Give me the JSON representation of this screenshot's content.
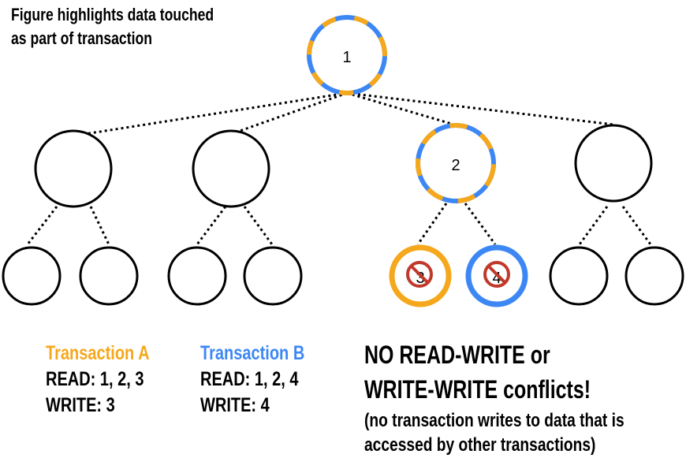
{
  "note": {
    "line1": "Figure highlights data touched",
    "line2": "as part of transaction"
  },
  "nodes": {
    "n1": "1",
    "n2": "2",
    "n3": "3",
    "n4": "4"
  },
  "colors": {
    "transaction_a": "#f5a81c",
    "transaction_b": "#3d87f5",
    "blocked_icon": "#c0392b"
  },
  "transaction_a": {
    "title": "Transaction A",
    "read": "READ: 1, 2, 3",
    "write": "WRITE: 3"
  },
  "transaction_b": {
    "title": "Transaction B",
    "read": "READ: 1, 2, 4",
    "write": "WRITE: 4"
  },
  "conclusion": {
    "line1": "NO READ-WRITE or",
    "line2": "WRITE-WRITE conflicts!",
    "note1": "(no transaction writes to data that is",
    "note2": "accessed by other transactions)"
  }
}
